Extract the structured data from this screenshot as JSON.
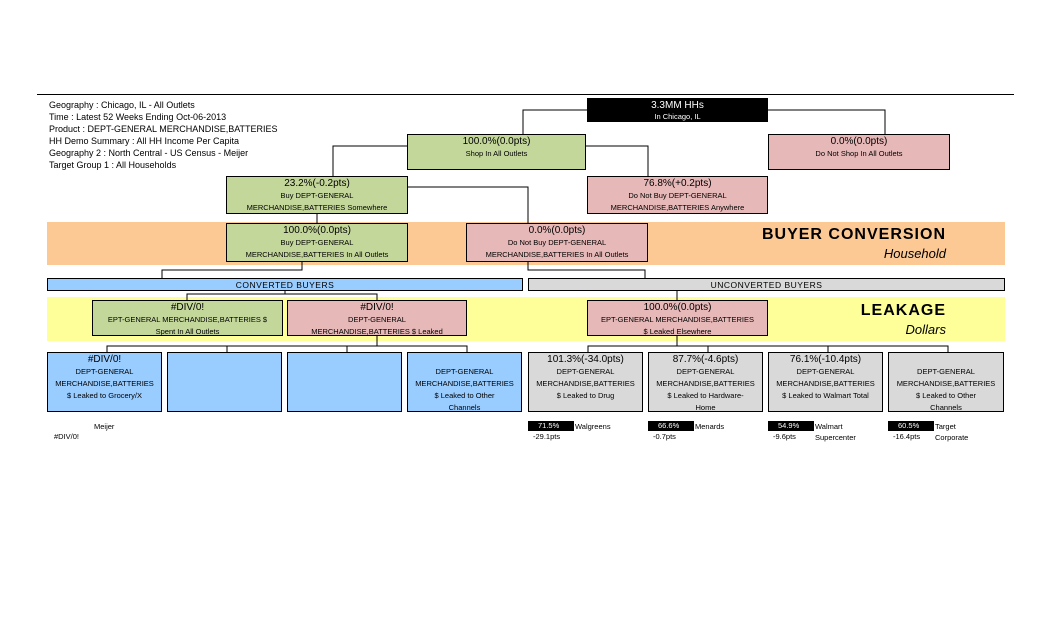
{
  "info": [
    "Geography : Chicago, IL - All Outlets",
    "Time : Latest 52 Weeks Ending Oct-06-2013",
    "Product : DEPT-GENERAL MERCHANDISE,BATTERIES",
    "HH Demo Summary : All HH Income Per Capita",
    "Geography 2 : North Central - US Census - Meijer",
    "Target Group 1 : All Households"
  ],
  "root": {
    "value": "3.3MM HHs",
    "label": "In Chicago, IL"
  },
  "shop": {
    "value": "100.0%(0.0pts)",
    "label": "Shop In All Outlets"
  },
  "no_shop": {
    "value": "0.0%(0.0pts)",
    "label": "Do Not Shop In All Outlets"
  },
  "buy_somewhere": {
    "value": "23.2%(-0.2pts)",
    "l1": "Buy DEPT-GENERAL",
    "l2": "MERCHANDISE,BATTERIES Somewhere"
  },
  "no_buy_anywhere": {
    "value": "76.8%(+0.2pts)",
    "l1": "Do Not Buy DEPT-GENERAL",
    "l2": "MERCHANDISE,BATTERIES Anywhere"
  },
  "buy_all": {
    "value": "100.0%(0.0pts)",
    "l1": "Buy DEPT-GENERAL",
    "l2": "MERCHANDISE,BATTERIES In All Outlets"
  },
  "no_buy_all": {
    "value": "0.0%(0.0pts)",
    "l1": "Do Not Buy DEPT-GENERAL",
    "l2": "MERCHANDISE,BATTERIES In All Outlets"
  },
  "buyer_conversion": {
    "title": "BUYER CONVERSION",
    "sub": "Household"
  },
  "converted": "CONVERTED BUYERS",
  "unconverted": "UNCONVERTED BUYERS",
  "leakage": {
    "title": "LEAKAGE",
    "sub": "Dollars"
  },
  "spent": {
    "value": "#DIV/0!",
    "l1": "EPT-GENERAL MERCHANDISE,BATTERIES $",
    "l2": "Spent In All Outlets"
  },
  "leaked": {
    "value": "#DIV/0!",
    "l1": "DEPT-GENERAL",
    "l2": "MERCHANDISE,BATTERIES $ Leaked"
  },
  "leaked_elsewhere": {
    "value": "100.0%(0.0pts)",
    "l1": "EPT-GENERAL MERCHANDISE,BATTERIES",
    "l2": "$ Leaked Elsewhere"
  },
  "converted_leaf": [
    {
      "value": "#DIV/0!",
      "l1": "DEPT-GENERAL",
      "l2": "MERCHANDISE,BATTERIES",
      "l3": "$ Leaked to Grocery/X",
      "l4": ""
    },
    {
      "value": "",
      "l1": "",
      "l2": "",
      "l3": "",
      "l4": ""
    },
    {
      "value": "",
      "l1": "",
      "l2": "",
      "l3": "",
      "l4": ""
    },
    {
      "value": "",
      "l1": "DEPT-GENERAL",
      "l2": "MERCHANDISE,BATTERIES",
      "l3": "$ Leaked to Other",
      "l4": "Channels"
    }
  ],
  "unconverted_leaf": [
    {
      "value": "101.3%(-34.0pts)",
      "l1": "DEPT-GENERAL",
      "l2": "MERCHANDISE,BATTERIES",
      "l3": "$ Leaked to Drug",
      "l4": ""
    },
    {
      "value": "87.7%(-4.6pts)",
      "l1": "DEPT-GENERAL",
      "l2": "MERCHANDISE,BATTERIES",
      "l3": "$ Leaked to Hardware-",
      "l4": "Home"
    },
    {
      "value": "76.1%(-10.4pts)",
      "l1": "DEPT-GENERAL",
      "l2": "MERCHANDISE,BATTERIES",
      "l3": "$ Leaked to Walmart Total",
      "l4": ""
    },
    {
      "value": "",
      "l1": "DEPT-GENERAL",
      "l2": "MERCHANDISE,BATTERIES",
      "l3": "$ Leaked to Other",
      "l4": "Channels"
    }
  ],
  "retailers": [
    {
      "pct": "",
      "chg": "#DIV/0!",
      "name": "Meijer",
      "name2": ""
    },
    {
      "pct": "71.5%",
      "chg": "-29.1pts",
      "name": "Walgreens",
      "name2": ""
    },
    {
      "pct": "66.6%",
      "chg": "-0.7pts",
      "name": "Menards",
      "name2": ""
    },
    {
      "pct": "54.9%",
      "chg": "-9.6pts",
      "name": "Walmart",
      "name2": "Supercenter"
    },
    {
      "pct": "60.5%",
      "chg": "-16.4pts",
      "name": "Target",
      "name2": "Corporate"
    }
  ]
}
